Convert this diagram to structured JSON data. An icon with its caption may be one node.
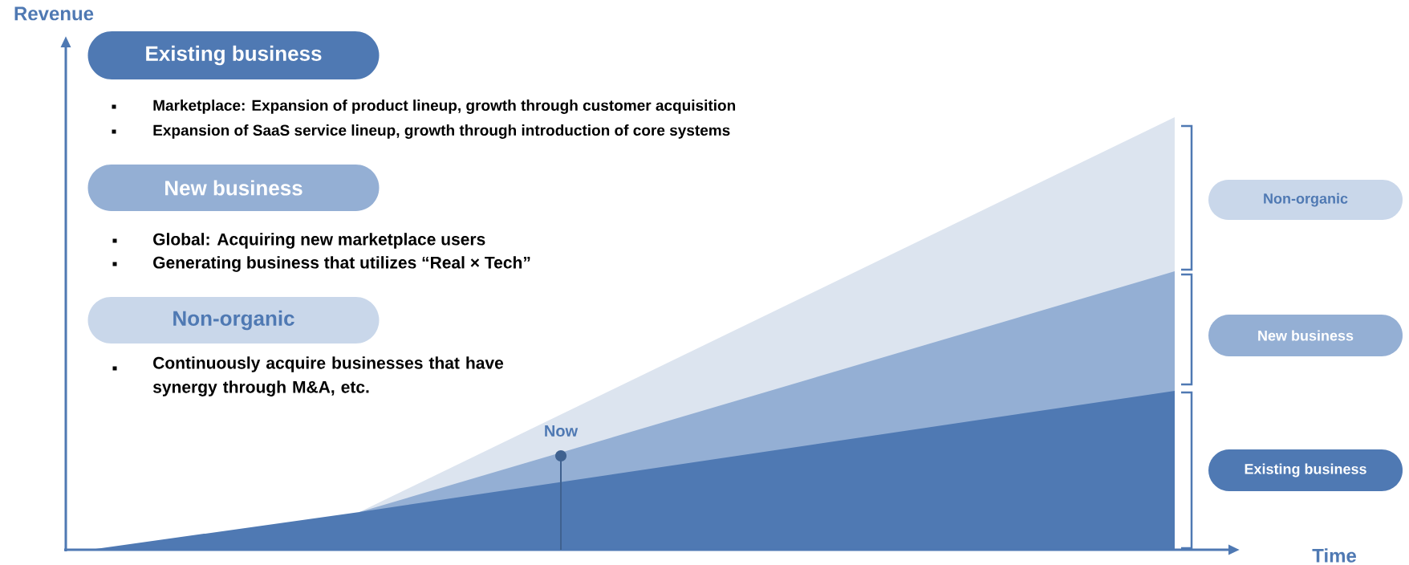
{
  "diagram": {
    "nodes": [
      {
        "text": [
          "Existing business"
        ]
      },
      {
        "text": [
          "New business"
        ]
      },
      {
        "text": [
          "Non-organic"
        ]
      },
      {
        "text": [
          "Non-organic"
        ]
      },
      {
        "text": [
          "New business"
        ]
      },
      {
        "text": [
          "Existing business"
        ]
      }
    ],
    "labels": [
      "Revenue",
      "Marketplace: Expansion of product lineup, growth through customer acquisition",
      "Expansion of SaaS service lineup, growth through introduction of core systems",
      "Global: Acquiring new marketplace users",
      "Generating business that utilizes “Real × Tech”",
      "Continuously acquire businesses that have synergy through M&A, etc.",
      "Now",
      "Time"
    ]
  }
}
